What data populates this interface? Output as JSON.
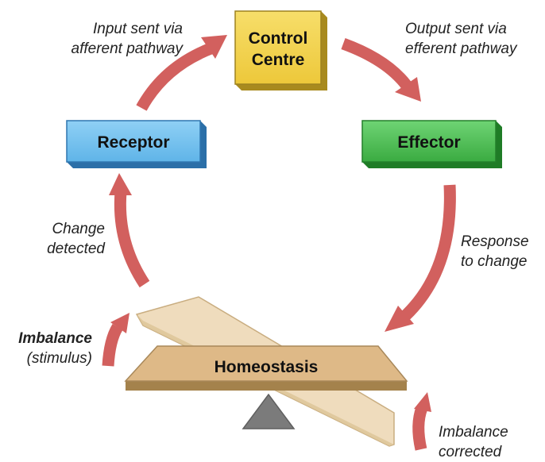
{
  "nodes": {
    "control_centre": {
      "line1": "Control",
      "line2": "Centre",
      "color": "#f3d44c"
    },
    "receptor": {
      "label": "Receptor",
      "color": "#74c1ee"
    },
    "effector": {
      "label": "Effector",
      "color": "#4fbd55"
    },
    "homeostasis": {
      "label": "Homeostasis",
      "color": "#deb987"
    }
  },
  "labels": {
    "input": {
      "line1": "Input sent via",
      "line2": "afferent pathway"
    },
    "output": {
      "line1": "Output sent via",
      "line2": "efferent pathway"
    },
    "change": {
      "line1": "Change",
      "line2": "detected"
    },
    "response": {
      "line1": "Response",
      "line2": "to change"
    },
    "imbalance": {
      "line1": "Imbalance",
      "line2": "(stimulus)"
    },
    "corrected": {
      "line1": "Imbalance",
      "line2": "corrected"
    }
  },
  "colors": {
    "arrow": "#d2605e",
    "fulcrum": "#7b7b7b",
    "tilted_plank": "#efdcbd"
  }
}
